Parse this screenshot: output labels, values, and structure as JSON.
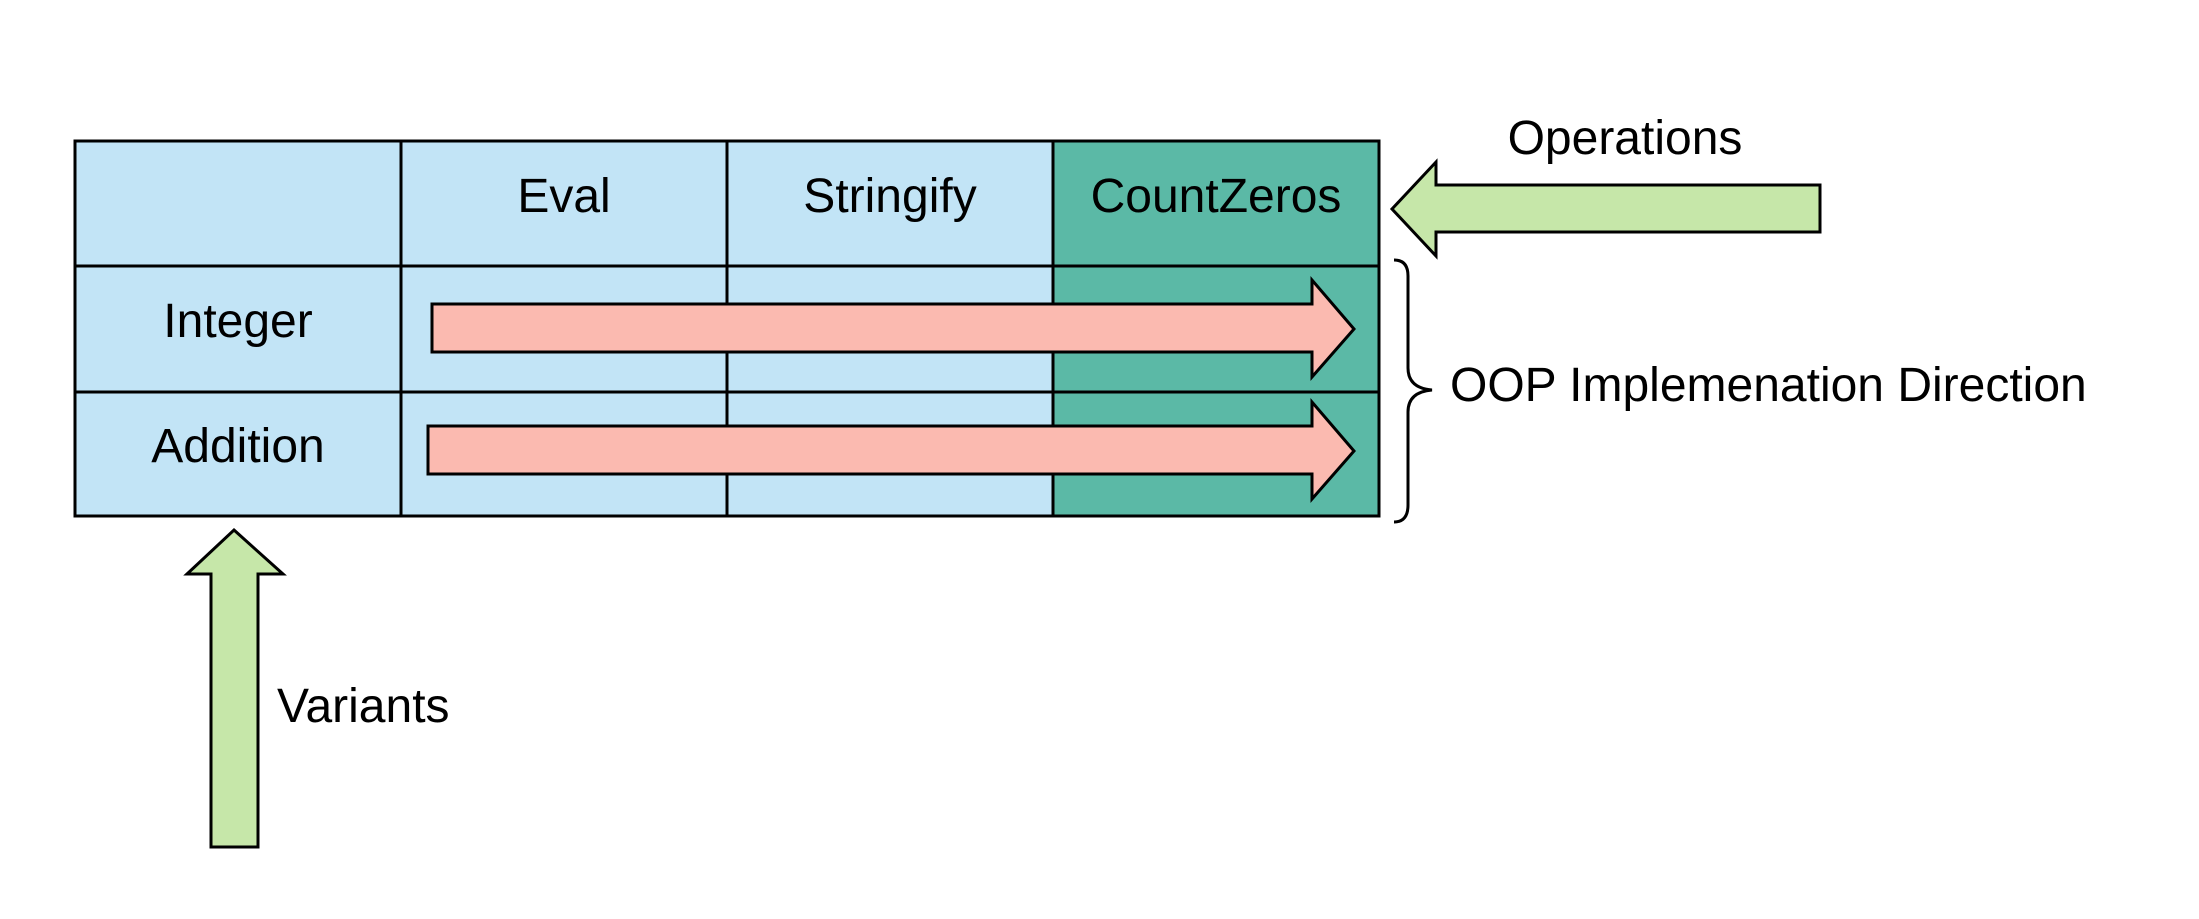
{
  "table": {
    "columns": [
      "",
      "Eval",
      "Stringify",
      "CountZeros"
    ],
    "rows": [
      "Integer",
      "Addition"
    ],
    "highlight_column": "CountZeros"
  },
  "annotations": {
    "operations": "Operations",
    "variants": "Variants",
    "oop_direction": "OOP Implemenation Direction"
  },
  "colors": {
    "cell": "#c2e4f6",
    "highlight": "#5bb9a6",
    "row_arrow": "#fbbab0",
    "axis_arrow": "#c6e7a9",
    "stroke": "#000000"
  },
  "icons": {
    "operations_arrow": "left-arrow",
    "variants_arrow": "up-arrow",
    "row_arrows": "right-arrow",
    "brace": "right-curly-brace"
  }
}
